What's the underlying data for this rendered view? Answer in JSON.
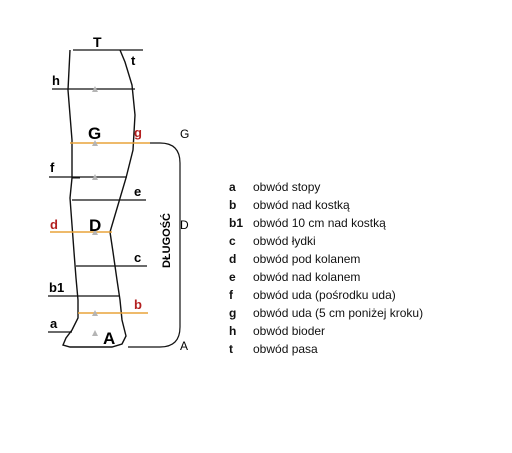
{
  "diagram": {
    "labels": {
      "T": "T",
      "t": "t",
      "h": "h",
      "G_big": "G",
      "g": "g",
      "G_right": "G",
      "f": "f",
      "e": "e",
      "d": "d",
      "D_big": "D",
      "D_right": "D",
      "c": "c",
      "b1": "b1",
      "b": "b",
      "a": "a",
      "A_big": "A",
      "A_right": "A",
      "length": "DŁUGOŚĆ"
    },
    "colors": {
      "line": "#111111",
      "accent": "#e8a33a",
      "red_label": "#b32020",
      "marker": "#b5b5b5"
    }
  },
  "legend": [
    {
      "key": "a",
      "text": "obwód stopy"
    },
    {
      "key": "b",
      "text": "obwód nad kostką"
    },
    {
      "key": "b1",
      "text": "obwód 10 cm nad kostką"
    },
    {
      "key": "c",
      "text": "obwód łydki"
    },
    {
      "key": "d",
      "text": "obwód pod kolanem"
    },
    {
      "key": "e",
      "text": "obwód nad kolanem"
    },
    {
      "key": "f",
      "text": "obwód uda (pośrodku uda)"
    },
    {
      "key": "g",
      "text": "obwód uda (5 cm poniżej kroku)"
    },
    {
      "key": "h",
      "text": "obwód bioder"
    },
    {
      "key": "t",
      "text": "obwód pasa"
    }
  ]
}
